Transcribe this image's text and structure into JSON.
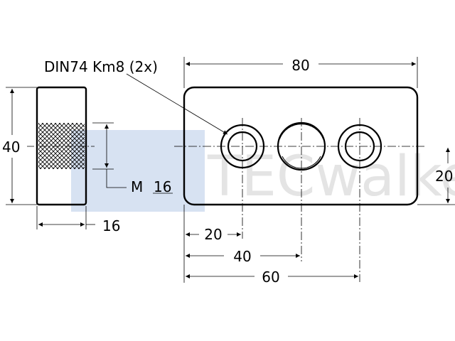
{
  "drawing": {
    "callout": "DIN74 Km8 (2x)",
    "thread_prefix": "M",
    "thread_size": "16",
    "watermark": "TECwalker"
  },
  "dimensions": {
    "overall_length": "80",
    "side_height": "40",
    "right_height": "20",
    "side_width": "16",
    "hole1_pos": "20",
    "hole2_pos": "40",
    "hole3_pos": "60"
  },
  "colors": {
    "line": "#000000",
    "watermark": "#d7e2f2",
    "watermark_text": "#e4e4e4"
  }
}
